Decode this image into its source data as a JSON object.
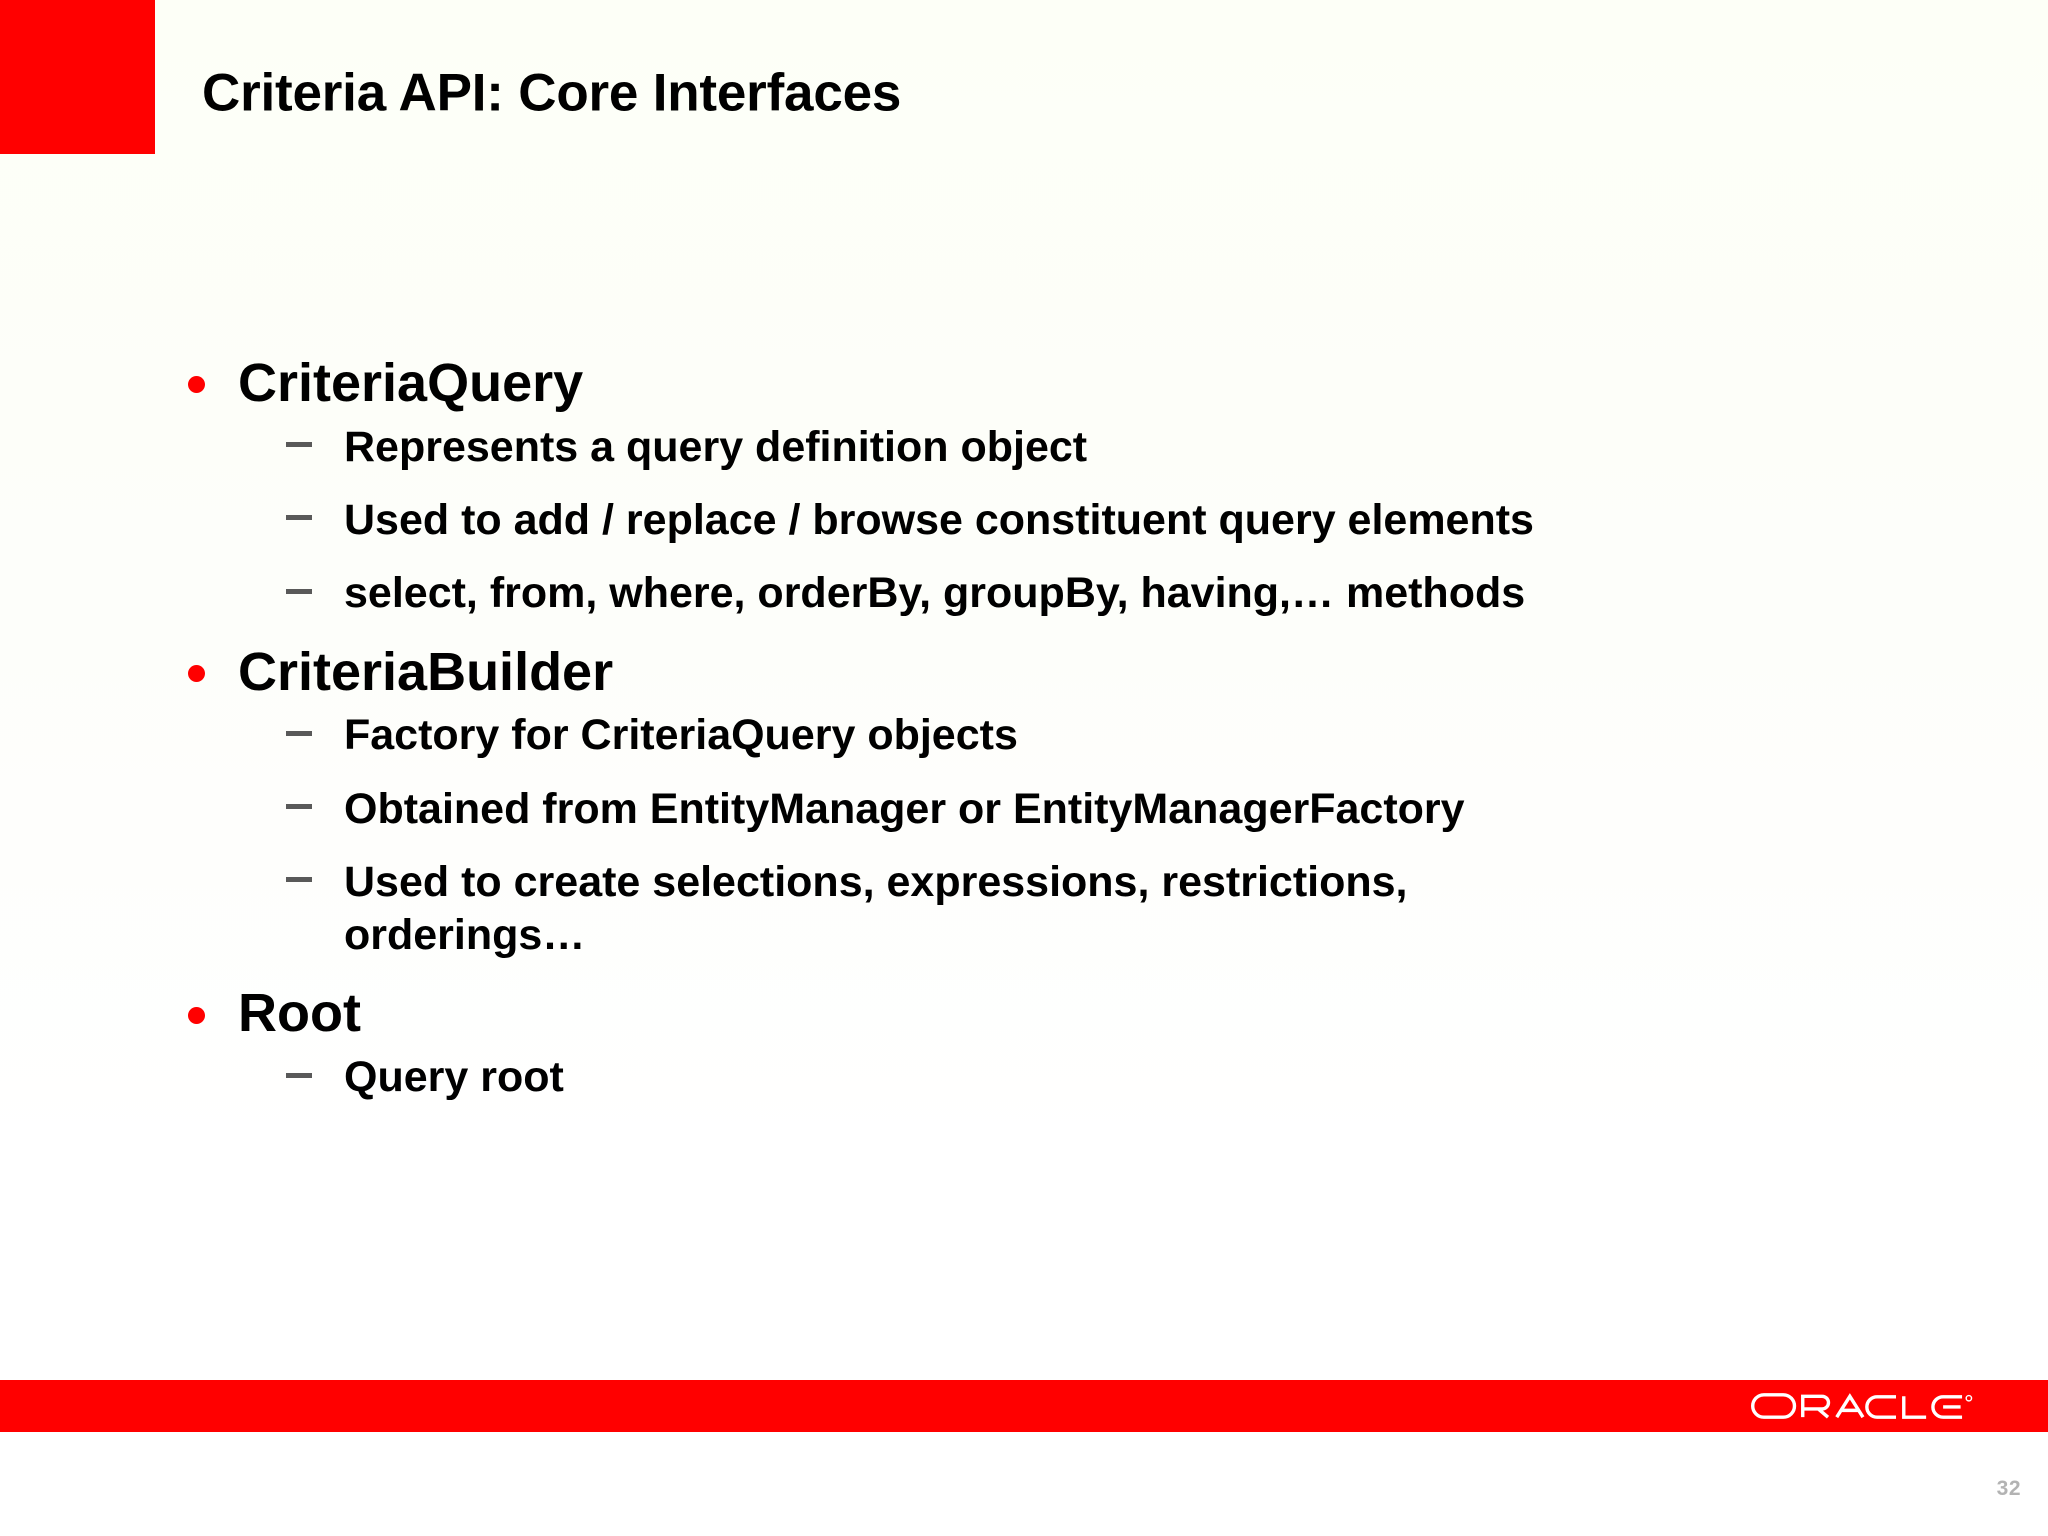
{
  "slide": {
    "title": "Criteria API: Core Interfaces",
    "accent_color": "#ff0000",
    "bullet_color": "#ff0000",
    "dash_color": "#595959",
    "text_color": "#000000",
    "background_color": "#fdfff7"
  },
  "content": {
    "groups": [
      {
        "heading": "CriteriaQuery",
        "items": [
          "Represents a query definition object",
          "Used to add / replace / browse constituent query elements",
          "select, from, where, orderBy, groupBy, having,… methods"
        ]
      },
      {
        "heading": "CriteriaBuilder",
        "items": [
          "Factory for CriteriaQuery objects",
          "Obtained from EntityManager or EntityManagerFactory",
          "Used to create selections, expressions, restrictions, orderings…"
        ]
      },
      {
        "heading": "Root",
        "items": [
          "Query root"
        ]
      }
    ]
  },
  "footer": {
    "brand": "ORACLE",
    "registered_mark": "®",
    "page_number": "32",
    "bar_color": "#ff0000",
    "page_number_color": "#b3b3b3"
  }
}
